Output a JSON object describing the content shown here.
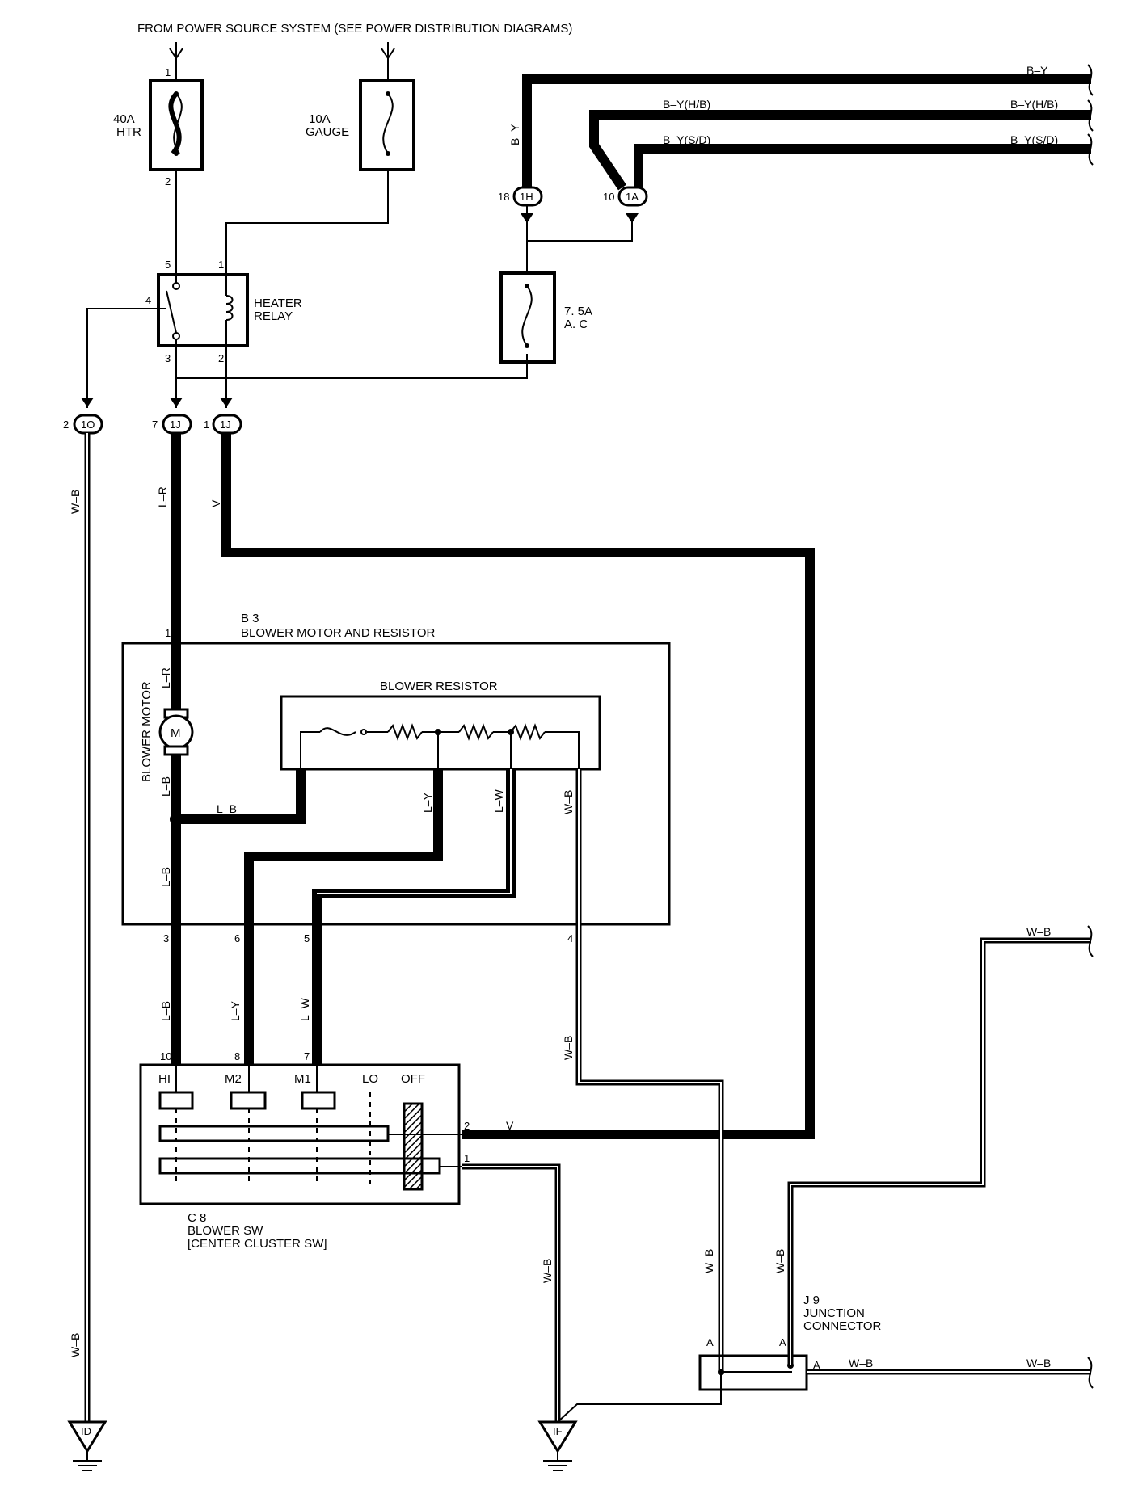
{
  "header": {
    "title": "FROM POWER SOURCE SYSTEM (SEE POWER DISTRIBUTION DIAGRAMS)"
  },
  "fuses": {
    "htr": {
      "rating": "40A",
      "name": "HTR",
      "pin_in": "1",
      "pin_out": "2"
    },
    "gauge": {
      "rating": "10A",
      "name": "GAUGE"
    },
    "ac": {
      "rating": "7. 5A",
      "name": "A. C"
    }
  },
  "relay": {
    "name_line1": "HEATER",
    "name_line2": "RELAY",
    "pins": {
      "p1": "1",
      "p2": "2",
      "p3": "3",
      "p4": "4",
      "p5": "5"
    }
  },
  "connectors": {
    "c1H": {
      "label": "1H",
      "pin": "18"
    },
    "c1A": {
      "label": "1A",
      "pin": "10"
    },
    "c1O": {
      "label": "1O",
      "pin": "2"
    },
    "c1J_a": {
      "label": "1J",
      "pin": "7"
    },
    "c1J_b": {
      "label": "1J",
      "pin": "1"
    }
  },
  "wires": {
    "b_y": "B–Y",
    "b_y_hb": "B–Y(H/B)",
    "b_y_sd": "B–Y(S/D)",
    "w_b": "W–B",
    "l_r": "L–R",
    "v": "V",
    "l_b": "L–B",
    "l_y": "L–Y",
    "l_w": "L–W"
  },
  "blower_assembly": {
    "code": "B 3",
    "name": "BLOWER MOTOR AND RESISTOR",
    "motor_label": "BLOWER MOTOR",
    "motor_symbol": "M",
    "resistor_label": "BLOWER RESISTOR",
    "pins": {
      "p1": "1",
      "p3": "3",
      "p6": "6",
      "p5": "5",
      "p4": "4"
    }
  },
  "blower_switch": {
    "code": "C 8",
    "name": "BLOWER SW",
    "sub": "[CENTER CLUSTER SW]",
    "positions": [
      "HI",
      "M2",
      "M1",
      "LO",
      "OFF"
    ],
    "pins": {
      "p10": "10",
      "p8": "8",
      "p7": "7",
      "p2": "2",
      "p1": "1"
    }
  },
  "junction": {
    "code": "J 9",
    "name_line1": "JUNCTION",
    "name_line2": "CONNECTOR",
    "pin": "A"
  },
  "grounds": {
    "id": "ID",
    "if": "IF"
  }
}
